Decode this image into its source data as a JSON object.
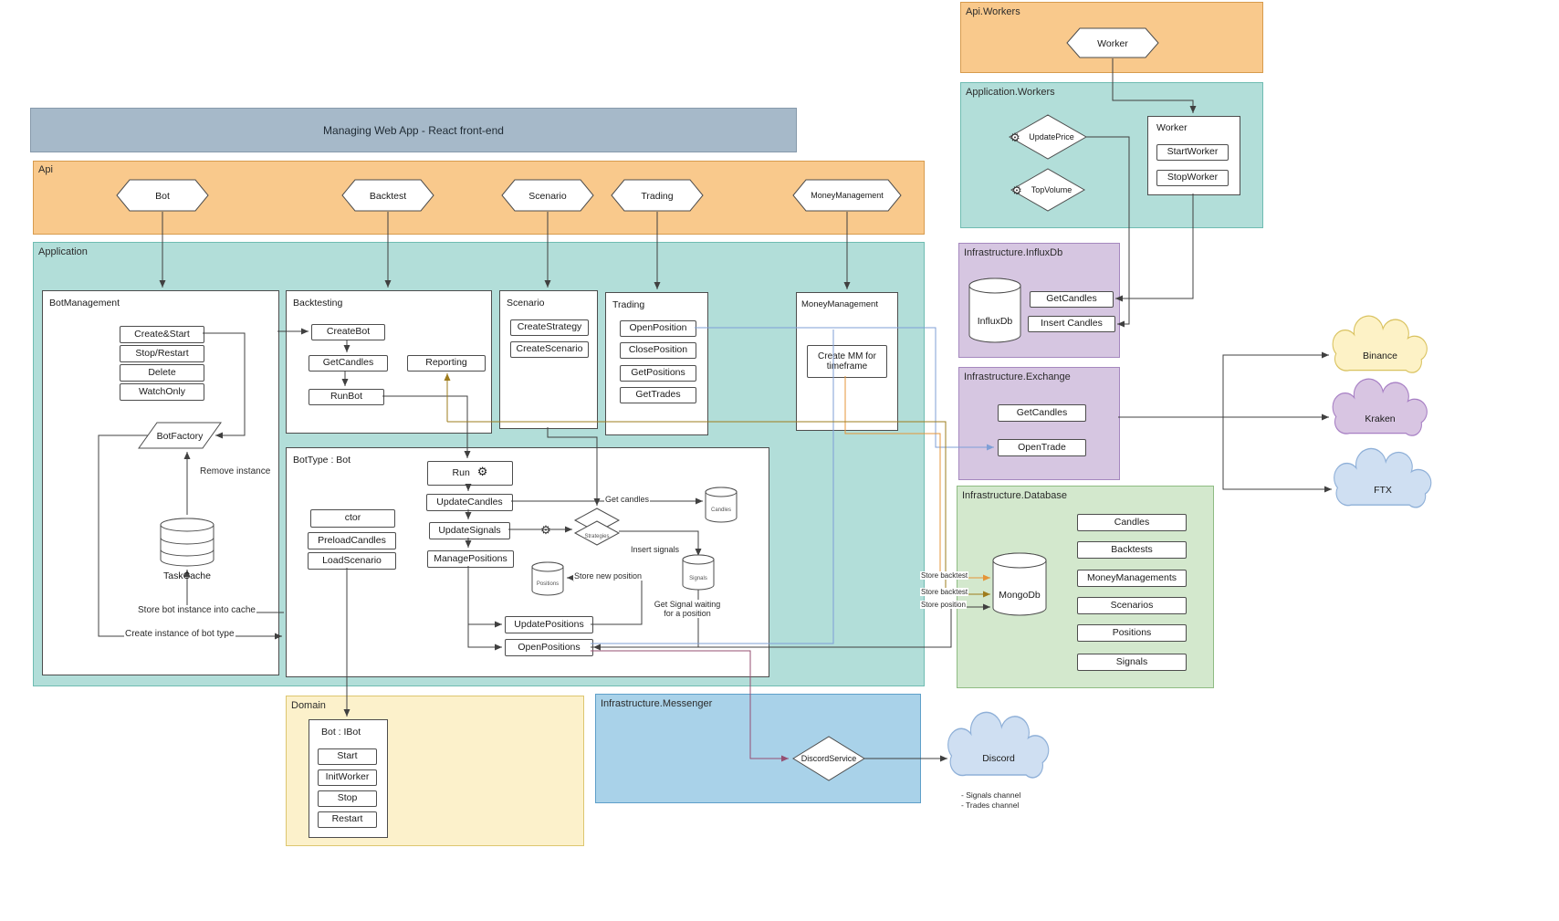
{
  "header": {
    "title": "Managing Web App - React front-end"
  },
  "icons": {
    "gear": "⚙"
  },
  "api": {
    "label": "Api",
    "hex": {
      "bot": "Bot",
      "backtest": "Backtest",
      "scenario": "Scenario",
      "trading": "Trading",
      "moneyManagement": "MoneyManagement"
    }
  },
  "apiWorkers": {
    "label": "Api.Workers",
    "worker": "Worker"
  },
  "appWorkers": {
    "label": "Application.Workers",
    "updatePrice": "UpdatePrice",
    "topVolume": "TopVolume",
    "workerBox": {
      "title": "Worker",
      "start": "StartWorker",
      "stop": "StopWorker"
    }
  },
  "application": {
    "label": "Application",
    "botManagement": {
      "title": "BotManagement",
      "createStart": "Create&Start",
      "stopRestart": "Stop/Restart",
      "delete": "Delete",
      "watchOnly": "WatchOnly",
      "botFactory": "BotFactory",
      "taskCache": "TaskCache",
      "removeInstance": "Remove instance",
      "storeBotInstance": "Store bot instance into cache",
      "createInstanceOfBotType": "Create instance of bot type"
    },
    "backtesting": {
      "title": "Backtesting",
      "createBot": "CreateBot",
      "getCandles": "GetCandles",
      "runBot": "RunBot",
      "reporting": "Reporting"
    },
    "scenario": {
      "title": "Scenario",
      "createStrategy": "CreateStrategy",
      "createScenario": "CreateScenario"
    },
    "trading": {
      "title": "Trading",
      "openPosition": "OpenPosition",
      "closePosition": "ClosePosition",
      "getPositions": "GetPositions",
      "getTrades": "GetTrades"
    },
    "moneyManagement": {
      "title": "MoneyManagement",
      "createMm": "Create MM for timeframe"
    },
    "botType": {
      "title": "BotType : Bot",
      "run": "Run",
      "updateCandles": "UpdateCandles",
      "updateSignals": "UpdateSignals",
      "managePositions": "ManagePositions",
      "ctor": "ctor",
      "preloadCandles": "PreloadCandles",
      "loadScenario": "LoadScenario",
      "updatePositions": "UpdatePositions",
      "openPositions": "OpenPositions",
      "candlesStore": "Candles",
      "strategies": "Strategies",
      "positionsStore": "Positions",
      "signalsStore": "Signals",
      "edgeGetCandles": "Get candles",
      "edgeInsertSignals": "Insert signals",
      "edgeStoreNewPosition": "Store new position",
      "edgeGetSignalWaiting": "Get Signal waiting\nfor a position"
    }
  },
  "influxDb": {
    "label": "Infrastructure.InfluxDb",
    "db": "InfluxDb",
    "getCandles": "GetCandles",
    "insertCandles": "Insert Candles"
  },
  "exchange": {
    "label": "Infrastructure.Exchange",
    "getCandles": "GetCandles",
    "openTrade": "OpenTrade"
  },
  "database": {
    "label": "Infrastructure.Database",
    "db": "MongoDb",
    "collections": [
      "Candles",
      "Backtests",
      "MoneyManagements",
      "Scenarios",
      "Positions",
      "Signals"
    ],
    "storeBacktest1": "Store backtest",
    "storeBacktest2": "Store backtest",
    "storePosition": "Store position"
  },
  "domain": {
    "label": "Domain",
    "bot": {
      "title": "Bot : IBot",
      "start": "Start",
      "initWorker": "InitWorker",
      "stop": "Stop",
      "restart": "Restart"
    }
  },
  "messenger": {
    "label": "Infrastructure.Messenger",
    "discordService": "DiscordService"
  },
  "clouds": {
    "binance": "Binance",
    "kraken": "Kraken",
    "ftx": "FTX",
    "discord": "Discord"
  },
  "notes": {
    "signalsChannel": "- Signals channel",
    "tradesChannel": "- Trades channel"
  },
  "colors": {
    "headerGray": "#a6b9c9",
    "regionOrange": "#f9c98c",
    "regionTeal": "#b2ded9",
    "regionPurple": "#d6c6e1",
    "regionGreen": "#d3e8cd",
    "regionYellow": "#fcf1cb",
    "regionBlue": "#a9d2e9",
    "arrowBlue": "#7f9fd6",
    "arrowOrange": "#e59538",
    "arrowBrown": "#9e7c1c",
    "arrowPurple": "#954f72"
  }
}
